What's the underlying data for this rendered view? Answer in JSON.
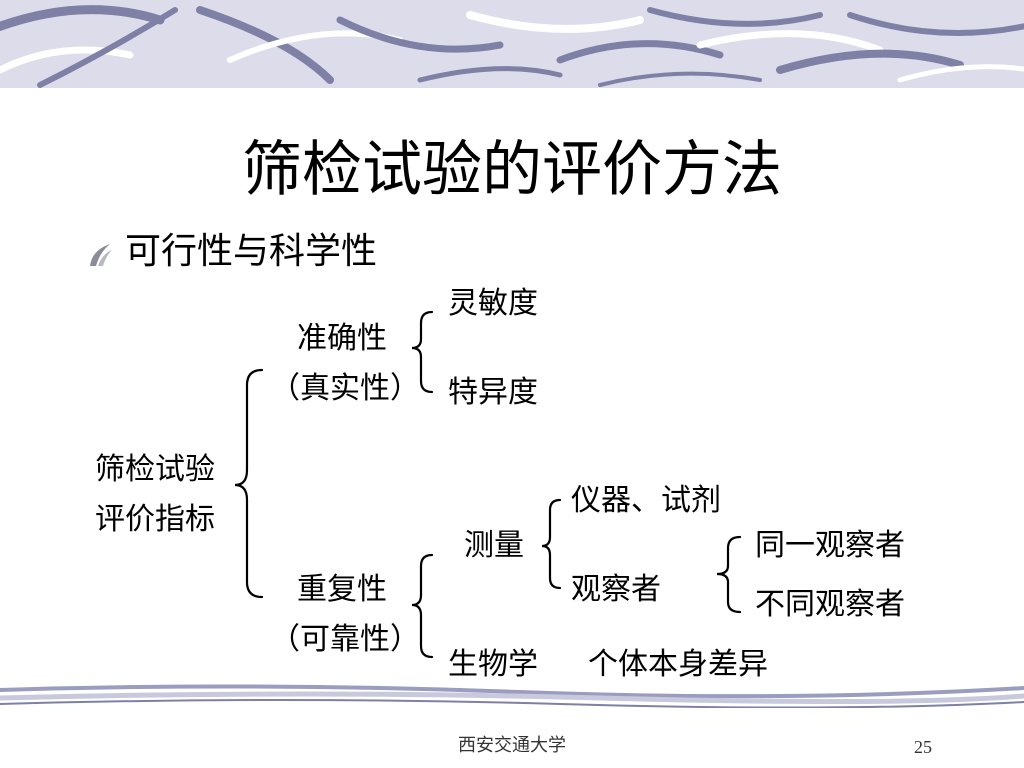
{
  "slide": {
    "title": "筛检试验的评价方法",
    "bullet": "可行性与科学性"
  },
  "diagram": {
    "root": [
      "筛检试验",
      "评价指标"
    ],
    "validity": [
      "准确性",
      "（真实性）"
    ],
    "sensitivity": "灵敏度",
    "specificity": "特异度",
    "reliability": [
      "重复性",
      "（可靠性）"
    ],
    "measurement": "测量",
    "instruments": "仪器、试剂",
    "observer": "观察者",
    "same_observer": "同一观察者",
    "different_observer": "不同观察者",
    "biology": "生物学",
    "individual_variation": "个体本身差异"
  },
  "footer": {
    "school": "西安交通大学",
    "page": "25"
  },
  "colors": {
    "banner_bg": "#dcdcea",
    "swoosh": "#7e80a6",
    "swoosh_light": "#ffffff"
  }
}
